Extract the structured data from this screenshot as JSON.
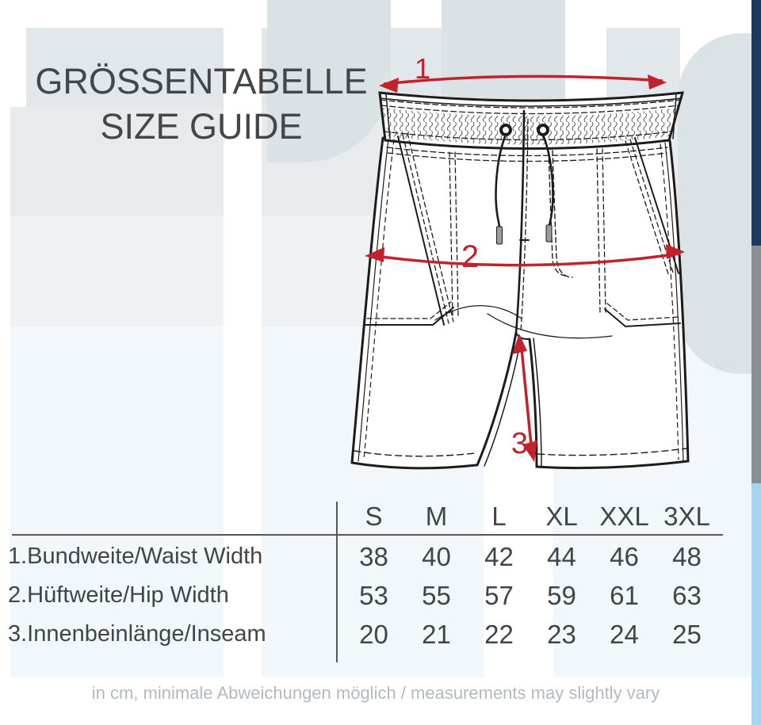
{
  "page": {
    "title_line1": "GRÖSSENTABELLE",
    "title_line2": "SIZE GUIDE",
    "footer_note": "in cm, minimale Abweichungen möglich / measurements may slightly vary"
  },
  "diagram": {
    "subject": "shorts-technical-flat-drawing",
    "measure_labels": [
      "1",
      "2",
      "3"
    ]
  },
  "table": {
    "sizes": [
      "S",
      "M",
      "L",
      "XL",
      "XXL",
      "3XL"
    ],
    "rows": [
      {
        "label": "1.Bundweite/Waist Width",
        "values": [
          "38",
          "40",
          "42",
          "44",
          "46",
          "48"
        ]
      },
      {
        "label": "2.Hüftweite/Hip Width",
        "values": [
          "53",
          "55",
          "57",
          "59",
          "61",
          "63"
        ]
      },
      {
        "label": "3.Innenbeinlänge/Inseam",
        "values": [
          "20",
          "21",
          "22",
          "23",
          "24",
          "25"
        ]
      }
    ]
  },
  "colors": {
    "accent_red": "#c1222b",
    "navy_edge_bar": "#1c3a5e",
    "grey_edge_bar": "#898f94",
    "blue_edge_bar": "#a6d4ef",
    "watermark_grey": "#dbe2e6",
    "panel_light_blue": "#f1f7fa",
    "text_dark": "#3f4548",
    "footer_text": "#b2bac0"
  }
}
